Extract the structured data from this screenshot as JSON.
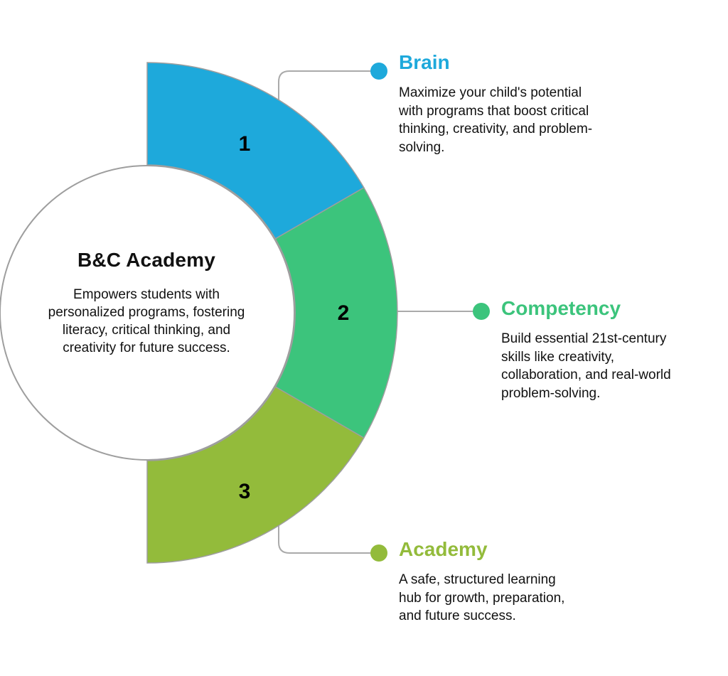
{
  "colors": {
    "brain": "#1EA9DB",
    "competency": "#3CC47C",
    "academy": "#93BB3B",
    "connector": "#AAAAAA",
    "circle_stroke": "#9E9E9E"
  },
  "center": {
    "title": "B&C Academy",
    "description": "Empowers students with personalized programs, fostering literacy, critical thinking, and creativity for future success."
  },
  "segments": [
    {
      "number": "1",
      "title": "Brain",
      "description": "Maximize your child's potential with programs that boost critical thinking, creativity, and problem-solving."
    },
    {
      "number": "2",
      "title": "Competency",
      "description": "Build essential 21st-century skills like creativity, collaboration, and real-world problem-solving."
    },
    {
      "number": "3",
      "title": "Academy",
      "description": "A safe, structured learning hub for growth, preparation, and future success."
    }
  ]
}
